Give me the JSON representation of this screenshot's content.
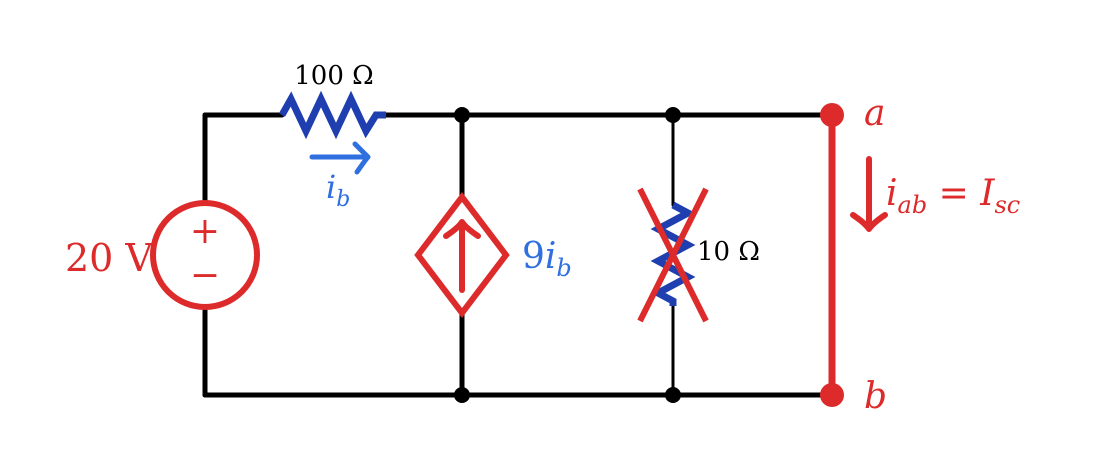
{
  "colors": {
    "wire": "#000000",
    "red": "#dd2a2a",
    "blue_resistor": "#1f3fb0",
    "blue_label": "#2f6fe0",
    "node": "#000000"
  },
  "labels": {
    "r1": "100 Ω",
    "r2": "10 Ω",
    "source_voltage": "20 V",
    "plus": "+",
    "minus": "−",
    "ib_i": "i",
    "ib_sub": "b",
    "dep_coef": "9",
    "dep_i": "i",
    "dep_sub": "b",
    "terminal_a": "a",
    "terminal_b": "b",
    "iab_i": "i",
    "iab_sub": "ab",
    "iab_eq": " = ",
    "isc_i": "I",
    "isc_sub": "sc"
  }
}
